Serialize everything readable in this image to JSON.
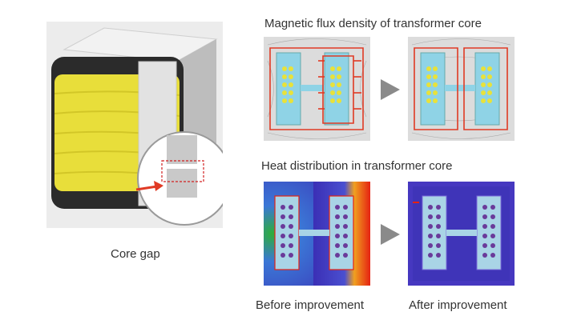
{
  "left": {
    "caption": "Core gap"
  },
  "flux": {
    "title": "Magnetic flux density of transformer core"
  },
  "heat": {
    "title": "Heat distribution in transformer core"
  },
  "labels": {
    "before": "Before improvement",
    "after": "After improvement"
  },
  "colors": {
    "coil_yellow": "#e8de3a",
    "core_gray": "#d9d9d9",
    "flux_red": "#e03a24",
    "heat_blue": "#3b2fb5",
    "heat_red": "#e52212",
    "arrow_gray": "#8a8a8a"
  }
}
